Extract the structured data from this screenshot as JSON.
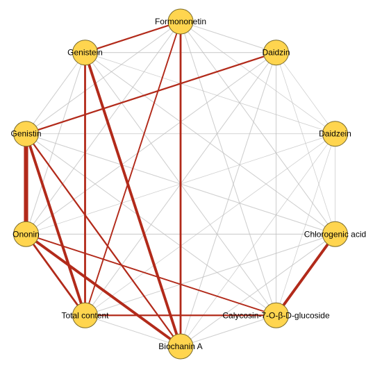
{
  "colors": {
    "node_fill": "#FFD54F",
    "node_stroke": "#7a6a2a",
    "strong_edge": "#B22A1A",
    "weak_edge": "#BDBDBD",
    "background": "#FFFFFF"
  },
  "network": {
    "layout": "circular",
    "nodes": [
      {
        "id": "formononetin",
        "label": "Formononetin"
      },
      {
        "id": "daidzin",
        "label": "Daidzin"
      },
      {
        "id": "daidzein",
        "label": "Daidzein"
      },
      {
        "id": "chlorogenic",
        "label": "Chlorogenic acid"
      },
      {
        "id": "calycosin",
        "label": "Calycosin-7-O-β-D-glucoside"
      },
      {
        "id": "biochanin",
        "label": "Biochanin A"
      },
      {
        "id": "total",
        "label": "Total content"
      },
      {
        "id": "ononin",
        "label": "Ononin"
      },
      {
        "id": "genistin",
        "label": "Genistin"
      },
      {
        "id": "genistein",
        "label": "Genistein"
      }
    ],
    "edges": [
      {
        "source": "genistin",
        "target": "ononin",
        "type": "strong",
        "weight": 5
      },
      {
        "source": "genistin",
        "target": "total",
        "type": "strong",
        "weight": 3
      },
      {
        "source": "ononin",
        "target": "biochanin",
        "type": "strong",
        "weight": 3
      },
      {
        "source": "genistein",
        "target": "biochanin",
        "type": "strong",
        "weight": 3
      },
      {
        "source": "genistein",
        "target": "total",
        "type": "strong",
        "weight": 2
      },
      {
        "source": "formononetin",
        "target": "biochanin",
        "type": "strong",
        "weight": 2
      },
      {
        "source": "chlorogenic",
        "target": "calycosin",
        "type": "strong",
        "weight": 3
      },
      {
        "source": "genistein",
        "target": "formononetin",
        "type": "strong",
        "weight": 1.5
      },
      {
        "source": "daidzin",
        "target": "genistin",
        "type": "strong",
        "weight": 1.5
      },
      {
        "source": "formononetin",
        "target": "total",
        "type": "strong",
        "weight": 1.2
      },
      {
        "source": "ononin",
        "target": "calycosin",
        "type": "strong",
        "weight": 1.2
      },
      {
        "source": "total",
        "target": "calycosin",
        "type": "strong",
        "weight": 1.5
      },
      {
        "source": "genistin",
        "target": "biochanin",
        "type": "strong",
        "weight": 1.5
      },
      {
        "source": "ononin",
        "target": "total",
        "type": "strong",
        "weight": 2
      },
      {
        "source": "formononetin",
        "target": "daidzin",
        "type": "weak",
        "weight": 0.8
      },
      {
        "source": "formononetin",
        "target": "daidzein",
        "type": "weak",
        "weight": 0.6
      },
      {
        "source": "formononetin",
        "target": "chlorogenic",
        "type": "weak",
        "weight": 0.8
      },
      {
        "source": "formononetin",
        "target": "calycosin",
        "type": "weak",
        "weight": 0.8
      },
      {
        "source": "formononetin",
        "target": "ononin",
        "type": "weak",
        "weight": 0.8
      },
      {
        "source": "formononetin",
        "target": "genistin",
        "type": "weak",
        "weight": 0.8
      },
      {
        "source": "daidzin",
        "target": "daidzein",
        "type": "weak",
        "weight": 0.6
      },
      {
        "source": "daidzin",
        "target": "calycosin",
        "type": "weak",
        "weight": 0.8
      },
      {
        "source": "daidzin",
        "target": "biochanin",
        "type": "weak",
        "weight": 0.8
      },
      {
        "source": "daidzin",
        "target": "total",
        "type": "weak",
        "weight": 0.8
      },
      {
        "source": "daidzin",
        "target": "ononin",
        "type": "weak",
        "weight": 0.8
      },
      {
        "source": "daidzin",
        "target": "genistein",
        "type": "weak",
        "weight": 0.8
      },
      {
        "source": "daidzin",
        "target": "chlorogenic",
        "type": "weak",
        "weight": 0.6
      },
      {
        "source": "daidzein",
        "target": "chlorogenic",
        "type": "weak",
        "weight": 0.6
      },
      {
        "source": "daidzein",
        "target": "calycosin",
        "type": "weak",
        "weight": 0.6
      },
      {
        "source": "daidzein",
        "target": "biochanin",
        "type": "weak",
        "weight": 0.6
      },
      {
        "source": "daidzein",
        "target": "total",
        "type": "weak",
        "weight": 0.6
      },
      {
        "source": "daidzein",
        "target": "ononin",
        "type": "weak",
        "weight": 0.6
      },
      {
        "source": "daidzein",
        "target": "genistin",
        "type": "weak",
        "weight": 0.6
      },
      {
        "source": "daidzein",
        "target": "genistein",
        "type": "weak",
        "weight": 0.6
      },
      {
        "source": "chlorogenic",
        "target": "biochanin",
        "type": "weak",
        "weight": 0.8
      },
      {
        "source": "chlorogenic",
        "target": "total",
        "type": "weak",
        "weight": 0.8
      },
      {
        "source": "chlorogenic",
        "target": "ononin",
        "type": "weak",
        "weight": 0.8
      },
      {
        "source": "chlorogenic",
        "target": "genistin",
        "type": "weak",
        "weight": 0.8
      },
      {
        "source": "chlorogenic",
        "target": "genistein",
        "type": "weak",
        "weight": 0.8
      },
      {
        "source": "calycosin",
        "target": "biochanin",
        "type": "weak",
        "weight": 0.8
      },
      {
        "source": "calycosin",
        "target": "genistin",
        "type": "weak",
        "weight": 0.8
      },
      {
        "source": "calycosin",
        "target": "genistein",
        "type": "weak",
        "weight": 0.8
      },
      {
        "source": "biochanin",
        "target": "total",
        "type": "weak",
        "weight": 0.8
      },
      {
        "source": "genistein",
        "target": "ononin",
        "type": "weak",
        "weight": 0.8
      },
      {
        "source": "genistein",
        "target": "genistin",
        "type": "weak",
        "weight": 0.8
      }
    ]
  }
}
